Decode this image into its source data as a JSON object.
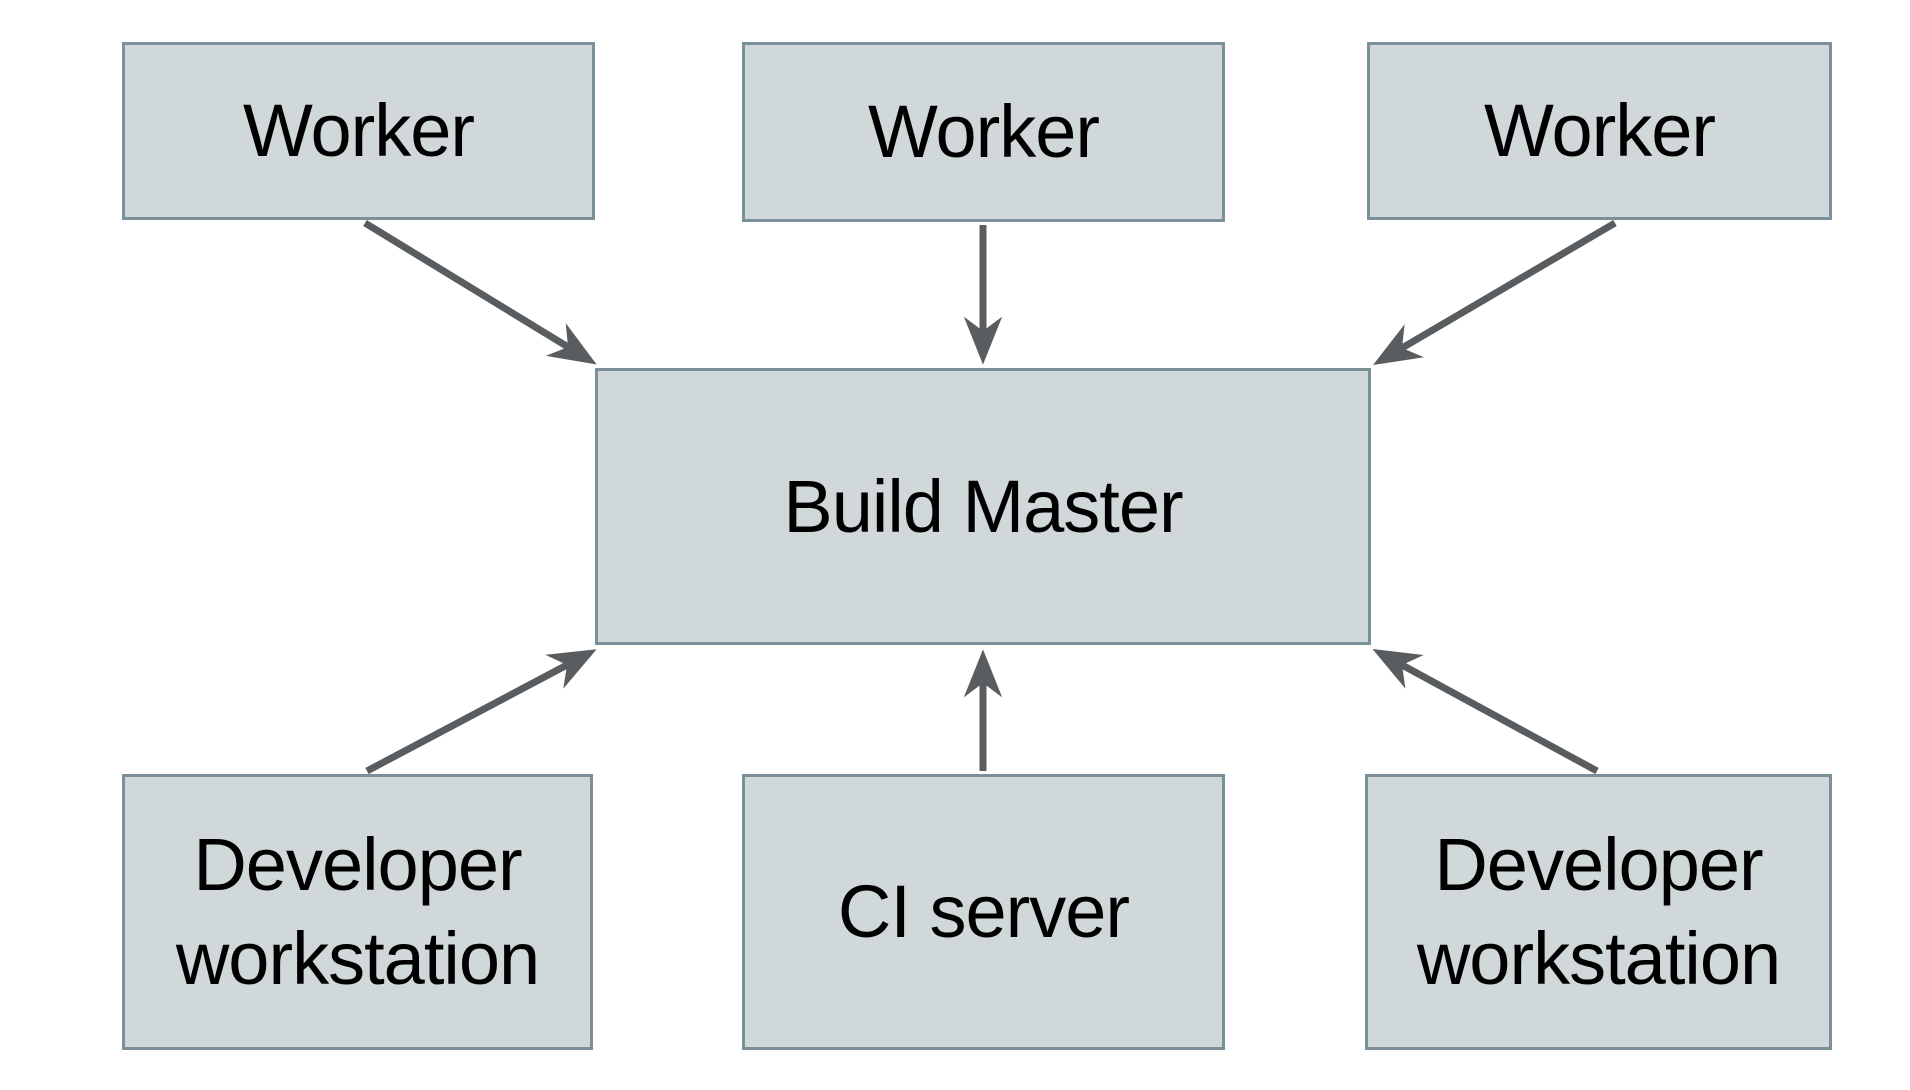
{
  "diagram": {
    "nodes": [
      {
        "id": "worker-1",
        "label": "Worker",
        "row": "top"
      },
      {
        "id": "worker-2",
        "label": "Worker",
        "row": "top"
      },
      {
        "id": "worker-3",
        "label": "Worker",
        "row": "top"
      },
      {
        "id": "build-master",
        "label": "Build Master",
        "row": "center"
      },
      {
        "id": "dev-workstation-1",
        "label": "Developer workstation",
        "row": "bottom"
      },
      {
        "id": "ci-server",
        "label": "CI server",
        "row": "bottom"
      },
      {
        "id": "dev-workstation-2",
        "label": "Developer workstation",
        "row": "bottom"
      }
    ],
    "edges": [
      {
        "from": "worker-1",
        "to": "build-master"
      },
      {
        "from": "worker-2",
        "to": "build-master"
      },
      {
        "from": "worker-3",
        "to": "build-master"
      },
      {
        "from": "dev-workstation-1",
        "to": "build-master"
      },
      {
        "from": "ci-server",
        "to": "build-master"
      },
      {
        "from": "dev-workstation-2",
        "to": "build-master"
      }
    ]
  },
  "colors": {
    "background": "#ffffff",
    "node_fill": "#d0d8da",
    "node_border": "#7c909a",
    "arrow": "#595d5f",
    "label_text": "#000000"
  }
}
